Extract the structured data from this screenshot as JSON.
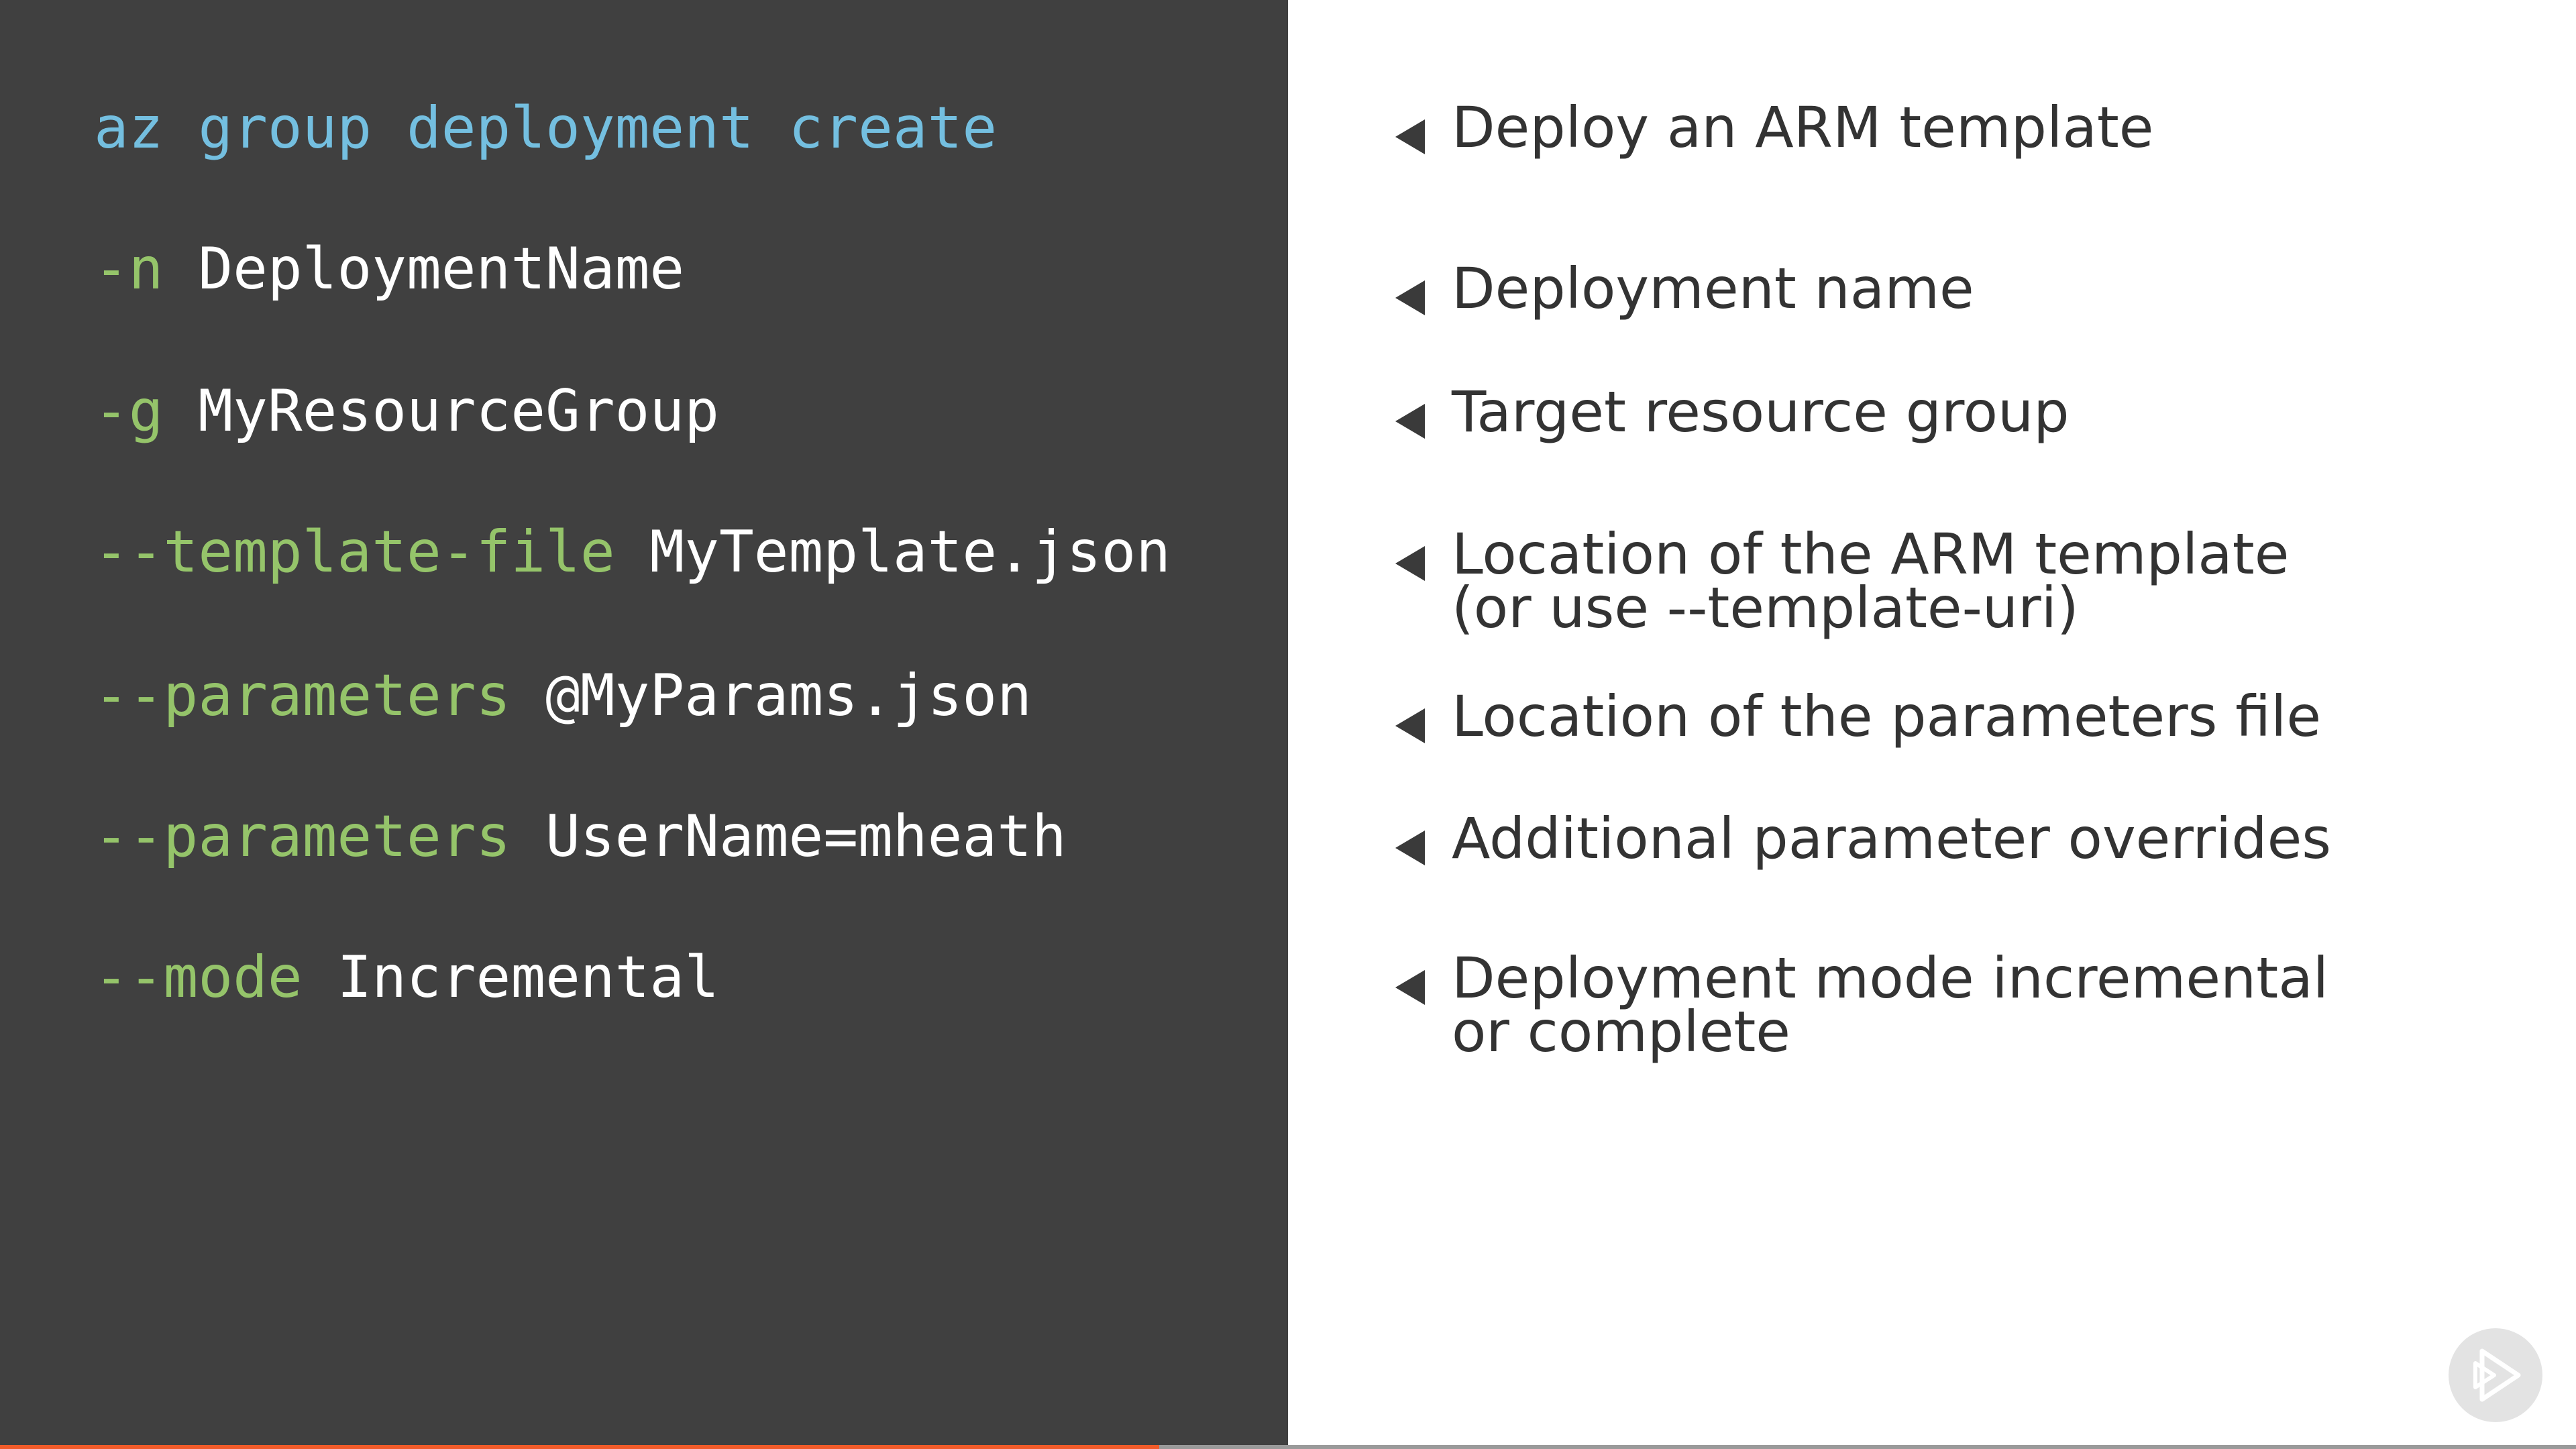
{
  "code": {
    "lines": [
      [
        {
          "t": "az group deployment create",
          "k": "cmd"
        }
      ],
      [
        {
          "t": "-n",
          "k": "flag"
        },
        {
          "t": " DeploymentName",
          "k": "val"
        }
      ],
      [
        {
          "t": "-g",
          "k": "flag"
        },
        {
          "t": " MyResourceGroup",
          "k": "val"
        }
      ],
      [
        {
          "t": "--template-file",
          "k": "flag"
        },
        {
          "t": " MyTemplate.json",
          "k": "val"
        }
      ],
      [
        {
          "t": "--parameters",
          "k": "flag"
        },
        {
          "t": " @MyParams.json",
          "k": "val"
        }
      ],
      [
        {
          "t": "--parameters",
          "k": "flag"
        },
        {
          "t": " UserName=mheath",
          "k": "val"
        }
      ],
      [
        {
          "t": "--mode",
          "k": "flag"
        },
        {
          "t": " Incremental",
          "k": "val"
        }
      ]
    ]
  },
  "descriptions": [
    {
      "lines": [
        "Deploy an ARM template"
      ]
    },
    {
      "lines": [
        "Deployment name"
      ]
    },
    {
      "lines": [
        "Target resource group"
      ]
    },
    {
      "lines": [
        "Location of the ARM template",
        "(or use --template-uri)"
      ]
    },
    {
      "lines": [
        "Location of the parameters file"
      ]
    },
    {
      "lines": [
        "Additional parameter overrides"
      ]
    },
    {
      "lines": [
        "Deployment mode incremental",
        "or complete"
      ]
    }
  ],
  "progress": {
    "fraction": 0.45
  },
  "player": {
    "icon": "play-logo-icon"
  },
  "colors": {
    "code_background": "#404040",
    "command": "#74bfe0",
    "flag": "#95c46a",
    "value": "#ffffff",
    "description_text": "#333333",
    "progress_fill": "#f15b2a",
    "progress_track": "#9a9a9a"
  }
}
